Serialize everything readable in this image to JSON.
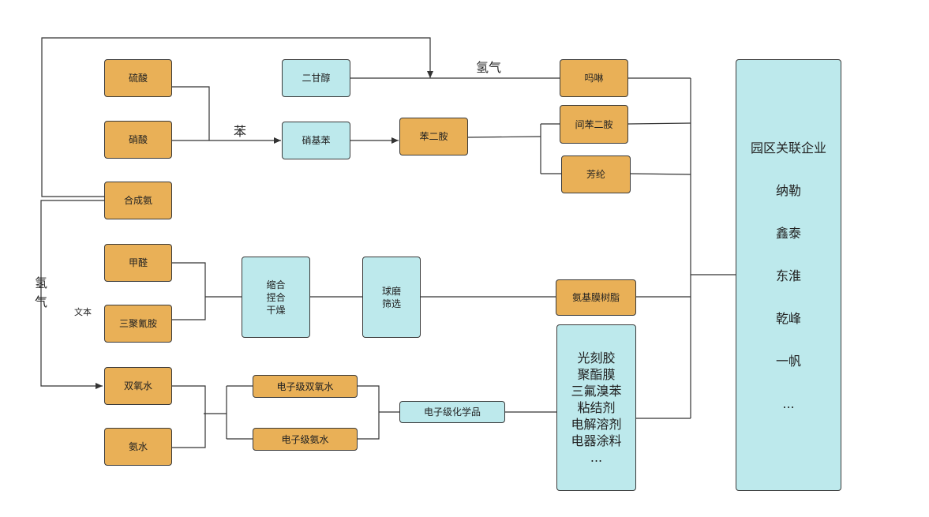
{
  "nodes": {
    "sulfuric_acid": "硫酸",
    "nitric_acid": "硝酸",
    "ammonia_synth": "合成氨",
    "formaldehyde": "甲醛",
    "melamine": "三聚氰胺",
    "hydrogen_peroxide": "双氧水",
    "ammonia_water": "氨水",
    "diethylene_glycol": "二甘醇",
    "nitrobenzene": "硝基苯",
    "phenylenediamine": "苯二胺",
    "morpholine": "吗啉",
    "m_phenylenediamine": "间苯二胺",
    "aramid": "芳纶",
    "condensation": "缩合\n捏合\n干燥",
    "ball_mill": "球磨\n筛选",
    "amino_resin": "氨基膜树脂",
    "egrade_h2o2": "电子级双氧水",
    "egrade_ammonia": "电子级氨水",
    "egrade_chem": "电子级化学品",
    "materials": "光刻胶\n聚酯膜\n三氟溴苯\n粘结剂\n电解溶剂\n电器涂料\n..."
  },
  "park": {
    "title": "园区关联企业",
    "companies": [
      "纳勒",
      "鑫泰",
      "东淮",
      "乾峰",
      "一帆",
      "..."
    ]
  },
  "labels": {
    "benzene": "苯",
    "hydrogen_top": "氢气",
    "hydrogen_left": "氢气",
    "text_placeholder": "文本"
  }
}
